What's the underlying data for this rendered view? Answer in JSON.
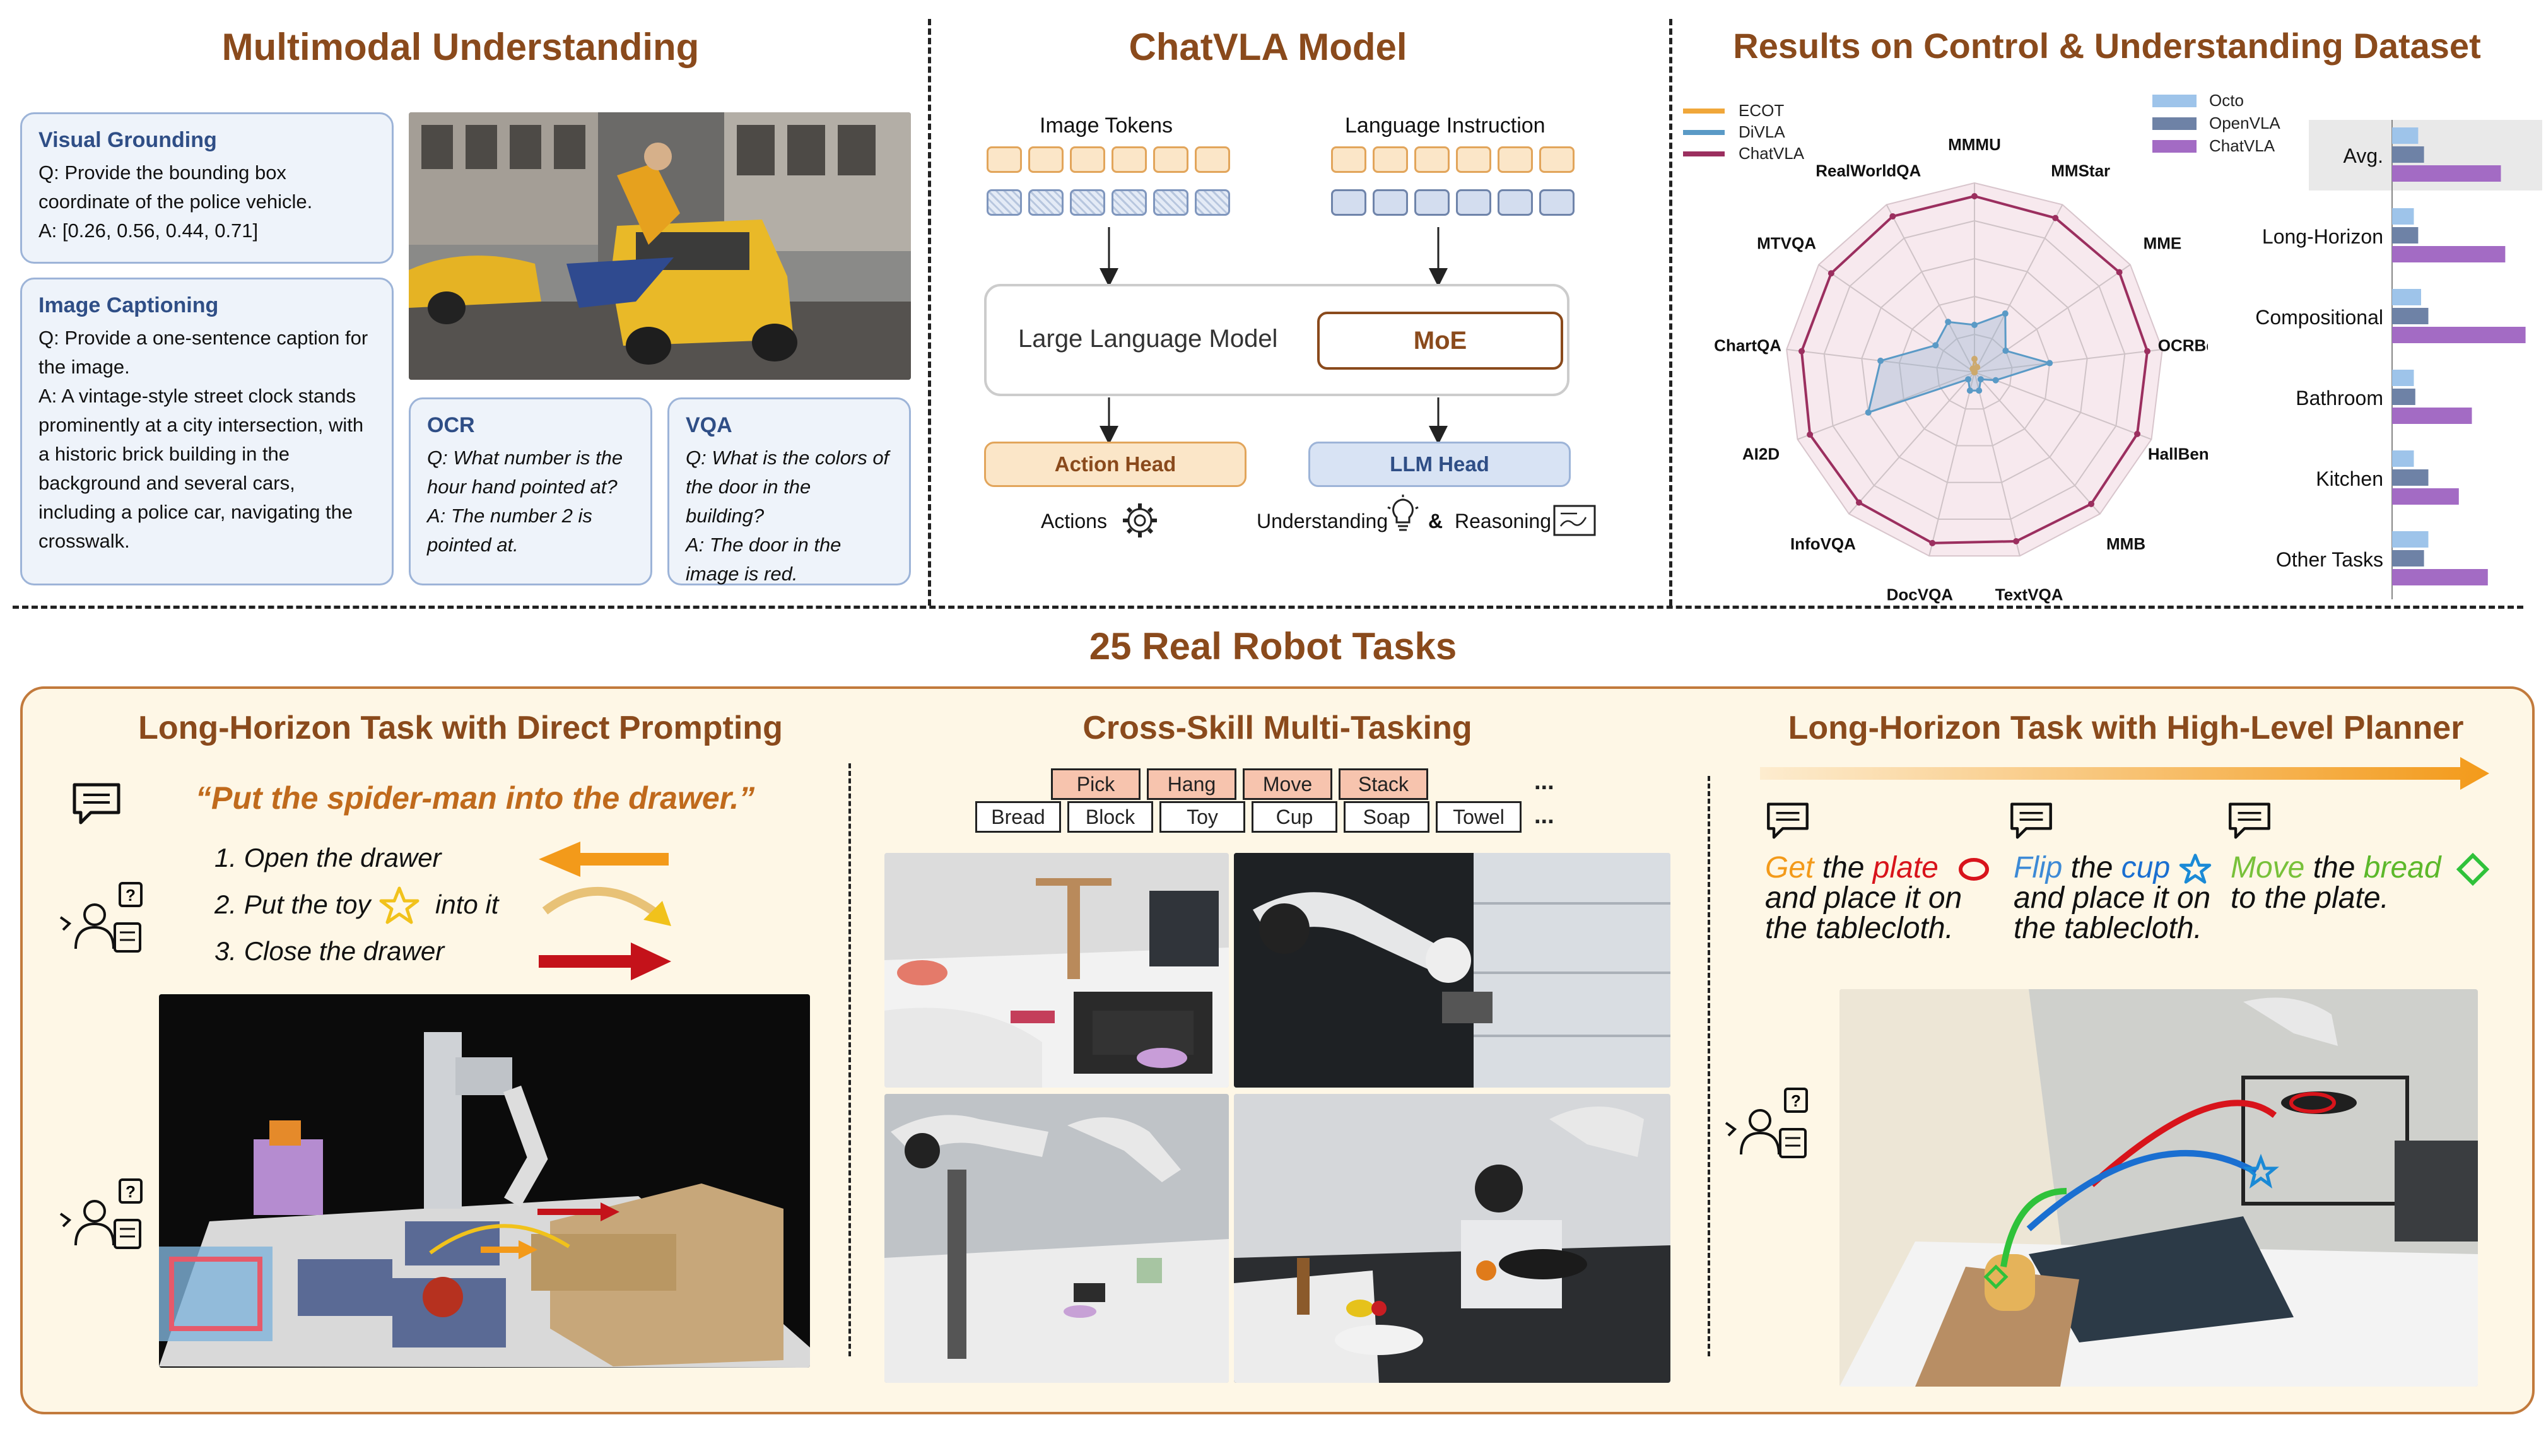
{
  "sections": {
    "multimodal": "Multimodal Understanding",
    "model": "ChatVLA Model",
    "results": "Results on Control & Understanding Dataset",
    "robot": "25 Real Robot Tasks"
  },
  "cards": {
    "vg": {
      "title": "Visual Grounding",
      "q": "Q: Provide the bounding box coordinate of the police vehicle.",
      "a": "A: [0.26, 0.56, 0.44, 0.71]"
    },
    "ic": {
      "title": "Image Captioning",
      "q": "Q: Provide a one-sentence caption for the image.",
      "a": "A: A vintage-style street clock stands prominently at a city intersection, with a historic brick building in the background and several cars, including a police car, navigating the crosswalk."
    },
    "ocr": {
      "title": "OCR",
      "q": "Q: What number is the hour hand pointed at?",
      "a": "A: The number 2 is pointed at."
    },
    "vqa": {
      "title": "VQA",
      "q": "Q: What is the colors of the door in the building?",
      "a": "A: The door in the image is red."
    }
  },
  "model": {
    "image_tokens": "Image Tokens",
    "language_instruction": "Language Instruction",
    "llm": "Large Language Model",
    "moe": "MoE",
    "action_head": "Action Head",
    "llm_head": "LLM  Head",
    "actions": "Actions",
    "understanding": "Understanding",
    "amp": "&",
    "reasoning": "Reasoning"
  },
  "colors": {
    "brown": "#8a4a1c",
    "ecot": "#f0a73a",
    "divla": "#5a9ac6",
    "chatvla": "#9b2f5f",
    "octo": "#9ec4ea",
    "openvla": "#6e82a6",
    "chatvla_bar": "#a36bc4"
  },
  "chart_data": [
    {
      "type": "radar",
      "axes": [
        "MMMU",
        "MMStar",
        "MME",
        "OCRBench",
        "HallBench",
        "MMB",
        "TextVQA",
        "DocVQA",
        "InfoVQA",
        "AI2D",
        "ChartQA",
        "MTVQA",
        "RealWorldQA"
      ],
      "series": [
        {
          "name": "ECOT",
          "values": [
            0.07,
            0.03,
            0.0,
            0.0,
            0.0,
            0.0,
            0.0,
            0.0,
            0.0,
            0.0,
            0.0,
            0.0,
            0.02
          ]
        },
        {
          "name": "DiVLA",
          "values": [
            0.25,
            0.35,
            0.2,
            0.4,
            0.12,
            0.05,
            0.1,
            0.1,
            0.05,
            0.6,
            0.5,
            0.25,
            0.3
          ]
        },
        {
          "name": "ChatVLA",
          "values": [
            0.93,
            0.92,
            0.93,
            0.92,
            0.92,
            0.93,
            0.92,
            0.93,
            0.92,
            0.93,
            0.92,
            0.92,
            0.93
          ]
        }
      ]
    },
    {
      "type": "bar",
      "categories": [
        "Avg.",
        "Long-Horizon",
        "Compositional",
        "Bathroom",
        "Kitchen",
        "Other Tasks"
      ],
      "series": [
        {
          "name": "Octo",
          "values": [
            0.18,
            0.15,
            0.2,
            0.15,
            0.15,
            0.25
          ]
        },
        {
          "name": "OpenVLA",
          "values": [
            0.22,
            0.18,
            0.25,
            0.16,
            0.25,
            0.22
          ]
        },
        {
          "name": "ChatVLA",
          "values": [
            0.75,
            0.78,
            0.92,
            0.55,
            0.46,
            0.66
          ]
        }
      ]
    }
  ],
  "robot": {
    "left_title": "Long-Horizon Task with Direct Prompting",
    "quote": "“Put the spider-man into the drawer.”",
    "step1": "1. Open the drawer",
    "step2a": "2. Put the toy",
    "step2b": "into it",
    "step3": "3. Close the drawer",
    "mid_title": "Cross-Skill Multi-Tasking",
    "verbs": [
      "Pick",
      "Hang",
      "Move",
      "Stack"
    ],
    "nouns": [
      "Bread",
      "Block",
      "Toy",
      "Cup",
      "Soap",
      "Towel"
    ],
    "ellipsis": "...",
    "right_title": "Long-Horizon Task with High-Level Planner",
    "p1": {
      "verb": "Get",
      "mid": " the ",
      "obj": "plate",
      "rest1": "and place it on",
      "rest2": "the tablecloth."
    },
    "p2": {
      "verb": "Flip",
      "mid": " the ",
      "obj": "cup",
      "rest1": "and place it on",
      "rest2": "the tablecloth."
    },
    "p3": {
      "verb": "Move",
      "mid": " the ",
      "obj": "bread",
      "rest1": "to the plate."
    }
  }
}
